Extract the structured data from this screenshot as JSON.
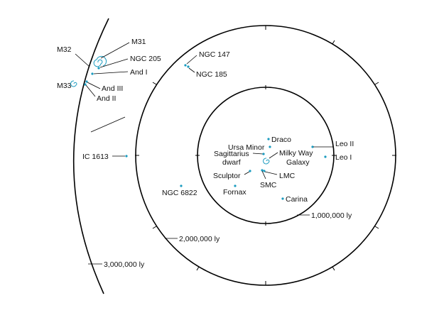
{
  "accent_color": "#1a9bbf",
  "distance_labels": {
    "inner": "1,000,000 ly",
    "middle": "2,000,000 ly",
    "outer": "3,000,000 ly"
  },
  "galaxies": {
    "m32": "M32",
    "m31": "M31",
    "ngc205": "NGC 205",
    "and1": "And I",
    "m33": "M33",
    "and3": "And III",
    "and2": "And II",
    "ngc147": "NGC 147",
    "ngc185": "NGC 185",
    "ic1613": "IC 1613",
    "ngc6822": "NGC 6822",
    "draco": "Draco",
    "ursa_minor": "Ursa Minor",
    "sagittarius_1": "Sagittarius",
    "sagittarius_2": "dwarf",
    "milky_way_1": "Milky Way",
    "milky_way_2": "Galaxy",
    "leo2": "Leo II",
    "leo1": "Leo I",
    "sculptor": "Sculptor",
    "lmc": "LMC",
    "smc": "SMC",
    "fornax": "Fornax",
    "carina": "Carina"
  }
}
